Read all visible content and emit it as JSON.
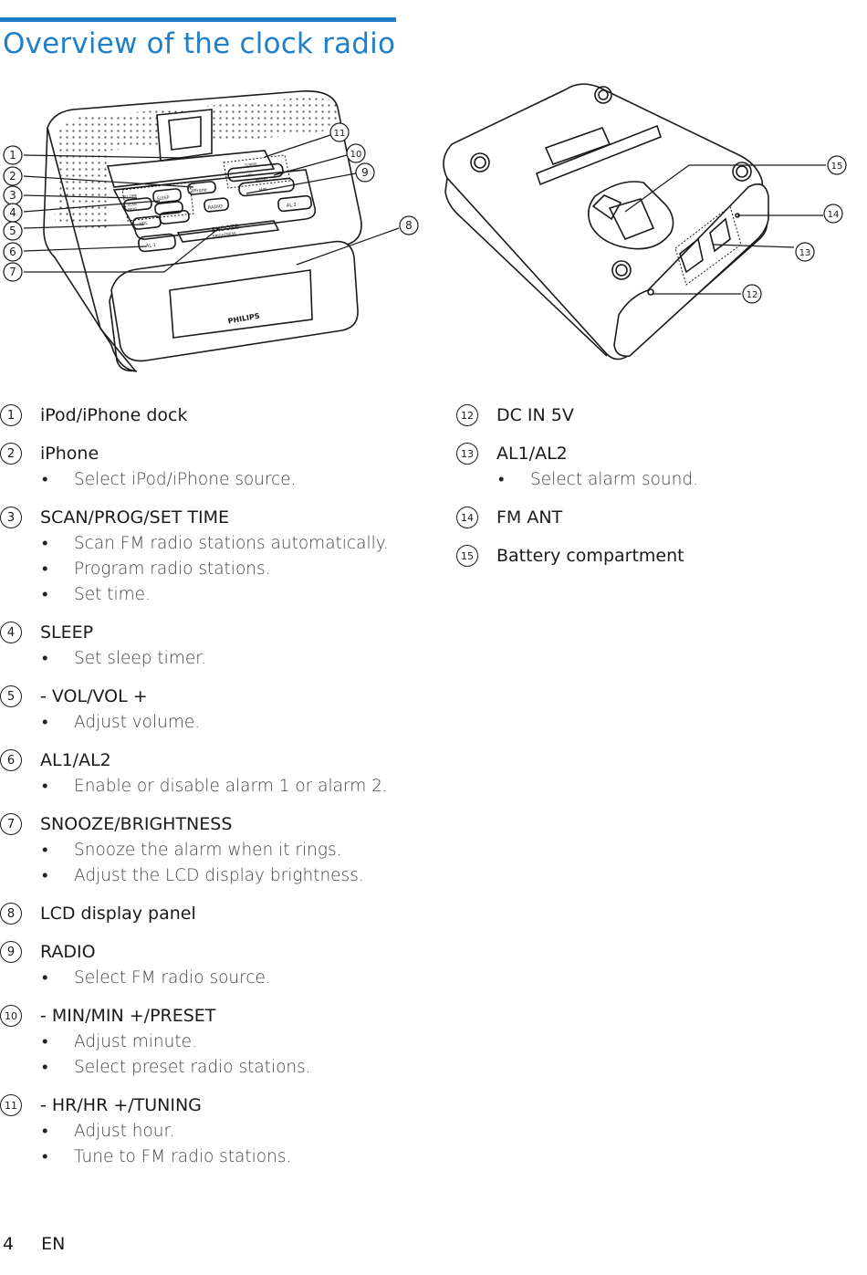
{
  "page": {
    "title": "Overview of the clock radio",
    "page_number": "4",
    "language": "EN"
  },
  "illustration": {
    "brand": "PHILIPS",
    "front_callouts": [
      "1",
      "2",
      "3",
      "4",
      "5",
      "6",
      "7",
      "8",
      "9",
      "10",
      "11"
    ],
    "bottom_callouts": [
      "12",
      "13",
      "14",
      "15"
    ],
    "panel_labels": {
      "snooze": "SNOOZE",
      "brightness": "BRIGHTNESS",
      "iphone": "iPhone",
      "radio": "RADIO",
      "sleep": "SLEEP",
      "vol": "VOL",
      "al1": "AL 1",
      "al2": "AL 2",
      "hr": "HR",
      "min": "MIN",
      "preset": "PRESET",
      "tuning": "TUNING",
      "set_time": "SET TIME",
      "scan": "SCAN",
      "prog": "PROG"
    }
  },
  "left_items": [
    {
      "num": "1",
      "label": "iPod/iPhone dock",
      "bullets": []
    },
    {
      "num": "2",
      "label": "iPhone",
      "bullets": [
        "Select iPod/iPhone source."
      ]
    },
    {
      "num": "3",
      "label": "SCAN/PROG/SET TIME",
      "bullets": [
        "Scan FM radio stations automatically.",
        "Program radio stations.",
        "Set time."
      ]
    },
    {
      "num": "4",
      "label": "SLEEP",
      "bullets": [
        "Set sleep timer."
      ]
    },
    {
      "num": "5",
      "label": "- VOL/VOL +",
      "bullets": [
        "Adjust volume."
      ]
    },
    {
      "num": "6",
      "label": "AL1/AL2",
      "bullets": [
        "Enable or disable alarm 1 or alarm 2."
      ]
    },
    {
      "num": "7",
      "label": "SNOOZE/BRIGHTNESS",
      "bullets": [
        "Snooze the alarm when it rings.",
        "Adjust the LCD display brightness."
      ]
    },
    {
      "num": "8",
      "label": "LCD display panel",
      "bullets": []
    },
    {
      "num": "9",
      "label": "RADIO",
      "bullets": [
        "Select FM radio source."
      ]
    },
    {
      "num": "10",
      "label": "- MIN/MIN +/PRESET",
      "bullets": [
        "Adjust minute.",
        "Select preset radio stations."
      ]
    },
    {
      "num": "11",
      "label": "- HR/HR +/TUNING",
      "bullets": [
        "Adjust hour.",
        "Tune to FM radio stations."
      ]
    }
  ],
  "right_items": [
    {
      "num": "12",
      "label": "DC IN 5V",
      "bullets": []
    },
    {
      "num": "13",
      "label": "AL1/AL2",
      "bullets": [
        "Select alarm sound."
      ]
    },
    {
      "num": "14",
      "label": "FM ANT",
      "bullets": []
    },
    {
      "num": "15",
      "label": "Battery compartment",
      "bullets": []
    }
  ]
}
